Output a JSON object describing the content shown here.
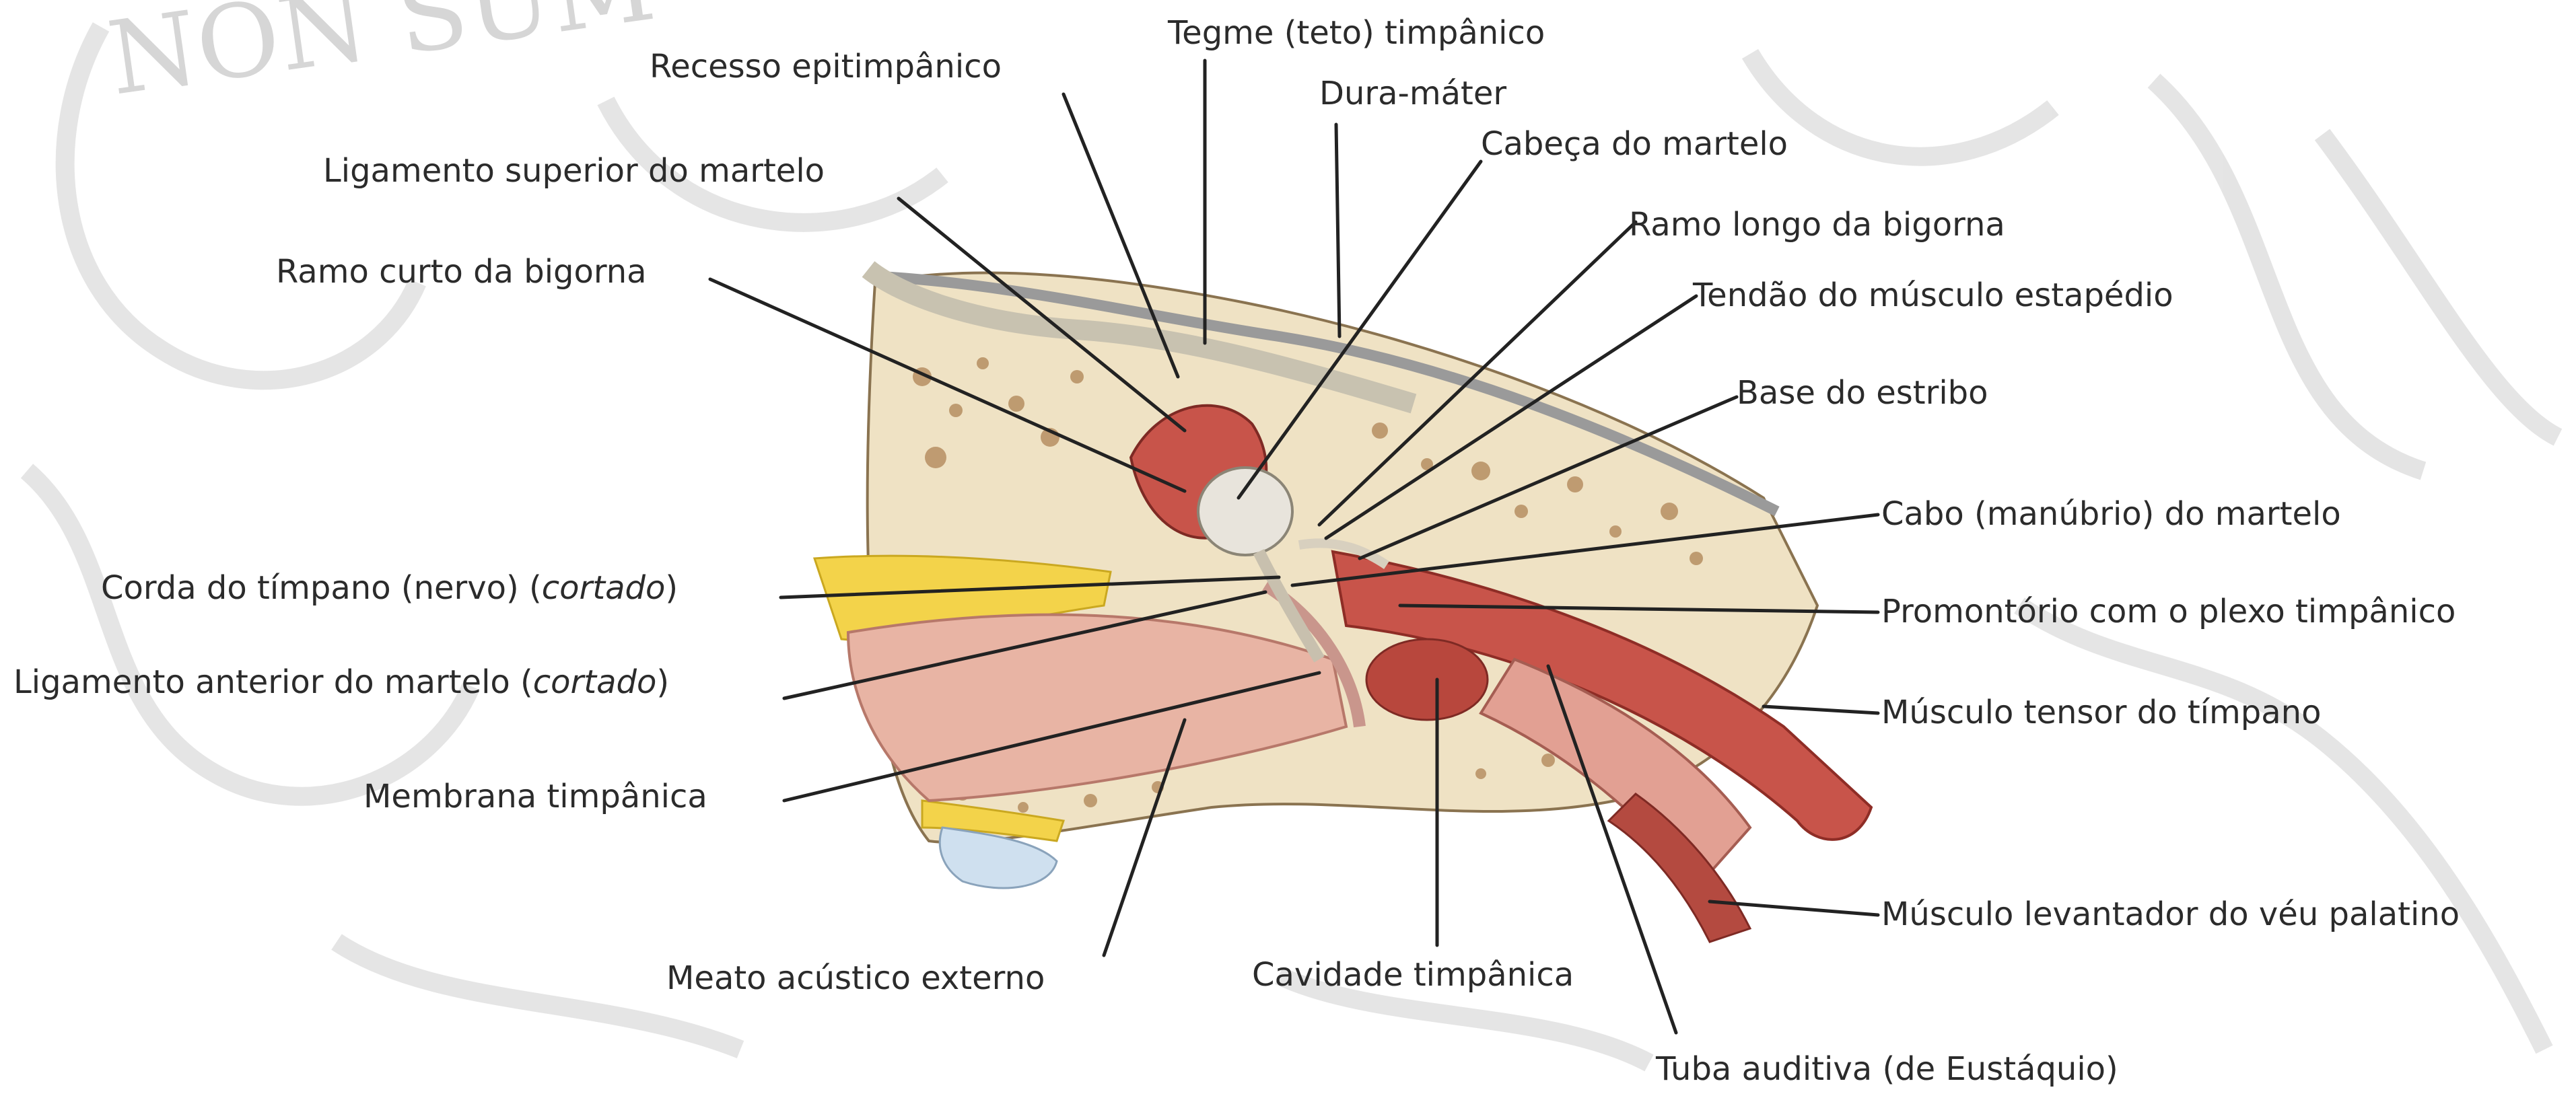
{
  "watermark": {
    "text": "NON SUM"
  },
  "labels": {
    "tegme": "Tegme (teto) timpânico",
    "recesso": "Recesso epitimpânico",
    "dura": "Dura-máter",
    "lig_superior": "Ligamento superior do martelo",
    "cabeca_martelo": "Cabeça do martelo",
    "ramo_longo": "Ramo longo da bigorna",
    "ramo_curto": "Ramo curto da bigorna",
    "tendao_estapedio": "Tendão do músculo estapédio",
    "base_estribo": "Base do estribo",
    "cabo_martelo": "Cabo (manúbrio) do martelo",
    "corda_timpano": "Corda do tímpano (nervo) (",
    "corda_timpano_it": "cortado",
    "corda_timpano_end": ")",
    "promontorio": "Promontório com o plexo timpânico",
    "lig_anterior": "Ligamento anterior do martelo (",
    "lig_anterior_it": "cortado",
    "lig_anterior_end": ")",
    "tensor": "Músculo tensor do tímpano",
    "membrana": "Membrana timpânica",
    "levantador": "Músculo levantador do véu palatino",
    "meato": "Meato acústico externo",
    "cavidade": "Cavidade timpânica",
    "tuba": "Tuba auditiva (de Eustáquio)"
  },
  "colors": {
    "bone": "#efe2c4",
    "bone_pores": "#b38a5c",
    "muscle": "#c8544a",
    "muscle_light": "#e2a093",
    "fat": "#f3d34a",
    "membrane": "#d9a9a0",
    "ossicle": "#e8e4dc",
    "watermark": "#d9d9d9"
  }
}
